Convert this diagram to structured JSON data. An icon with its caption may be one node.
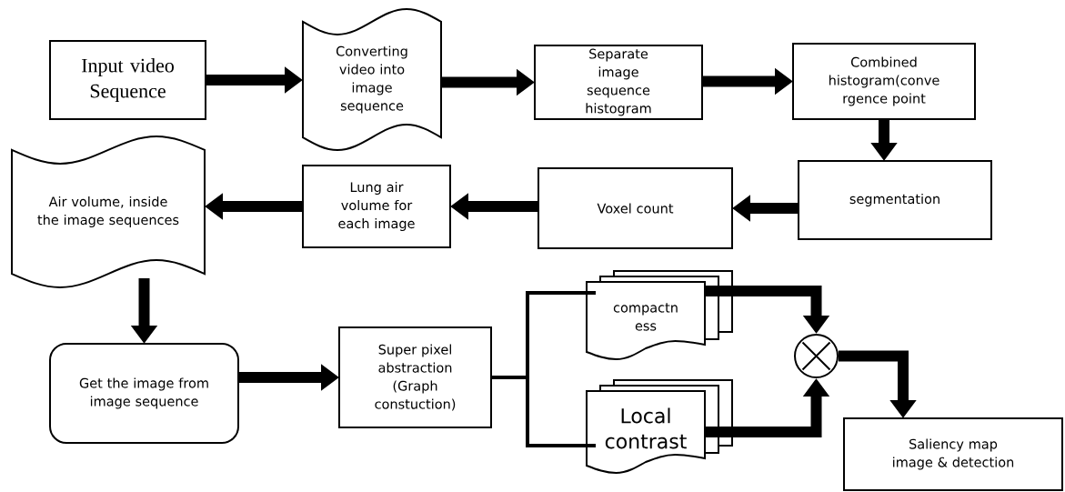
{
  "diagram": {
    "nodes": [
      {
        "text": [
          "Input video Sequence"
        ]
      },
      {
        "text": [
          "Converting video into image sequence"
        ]
      },
      {
        "text": [
          "Separate image sequence histogram"
        ]
      },
      {
        "text": [
          "Combined histogram(conve rgence point"
        ]
      },
      {
        "text": [
          "segmentation"
        ]
      },
      {
        "text": [
          "Voxel count"
        ]
      },
      {
        "text": [
          "Lung air volume for each image"
        ]
      },
      {
        "text": [
          "Air volume, inside the image sequences"
        ]
      },
      {
        "text": [
          "Get the image from image sequence"
        ]
      },
      {
        "text": [
          "Super pixel abstraction (Graph constuction)"
        ]
      },
      {
        "text": [
          "compactn ess"
        ]
      },
      {
        "text": [
          "Local contrast"
        ]
      },
      {
        "text": [],
        "shape": "circle"
      },
      {
        "text": [
          "Saliency map image & detection"
        ]
      }
    ],
    "edges": [
      {
        "from": 0,
        "to": 1,
        "arrow": "to"
      },
      {
        "from": 1,
        "to": 2,
        "arrow": "to"
      },
      {
        "from": 2,
        "to": 3,
        "arrow": "to"
      },
      {
        "from": 3,
        "to": 4,
        "arrow": "to"
      },
      {
        "from": 4,
        "to": 5,
        "arrow": "to"
      },
      {
        "from": 5,
        "to": 6,
        "arrow": "to"
      },
      {
        "from": 6,
        "to": 7,
        "arrow": "to"
      },
      {
        "from": 7,
        "to": 8,
        "arrow": "to"
      },
      {
        "from": 8,
        "to": 9,
        "arrow": "to"
      },
      {
        "from": 9,
        "to": 10,
        "arrow": "none"
      },
      {
        "from": 9,
        "to": 11,
        "arrow": "none"
      },
      {
        "from": 10,
        "to": 12,
        "arrow": "to"
      },
      {
        "from": 11,
        "to": 12,
        "arrow": "to"
      },
      {
        "from": 12,
        "to": 13,
        "arrow": "to"
      }
    ]
  }
}
